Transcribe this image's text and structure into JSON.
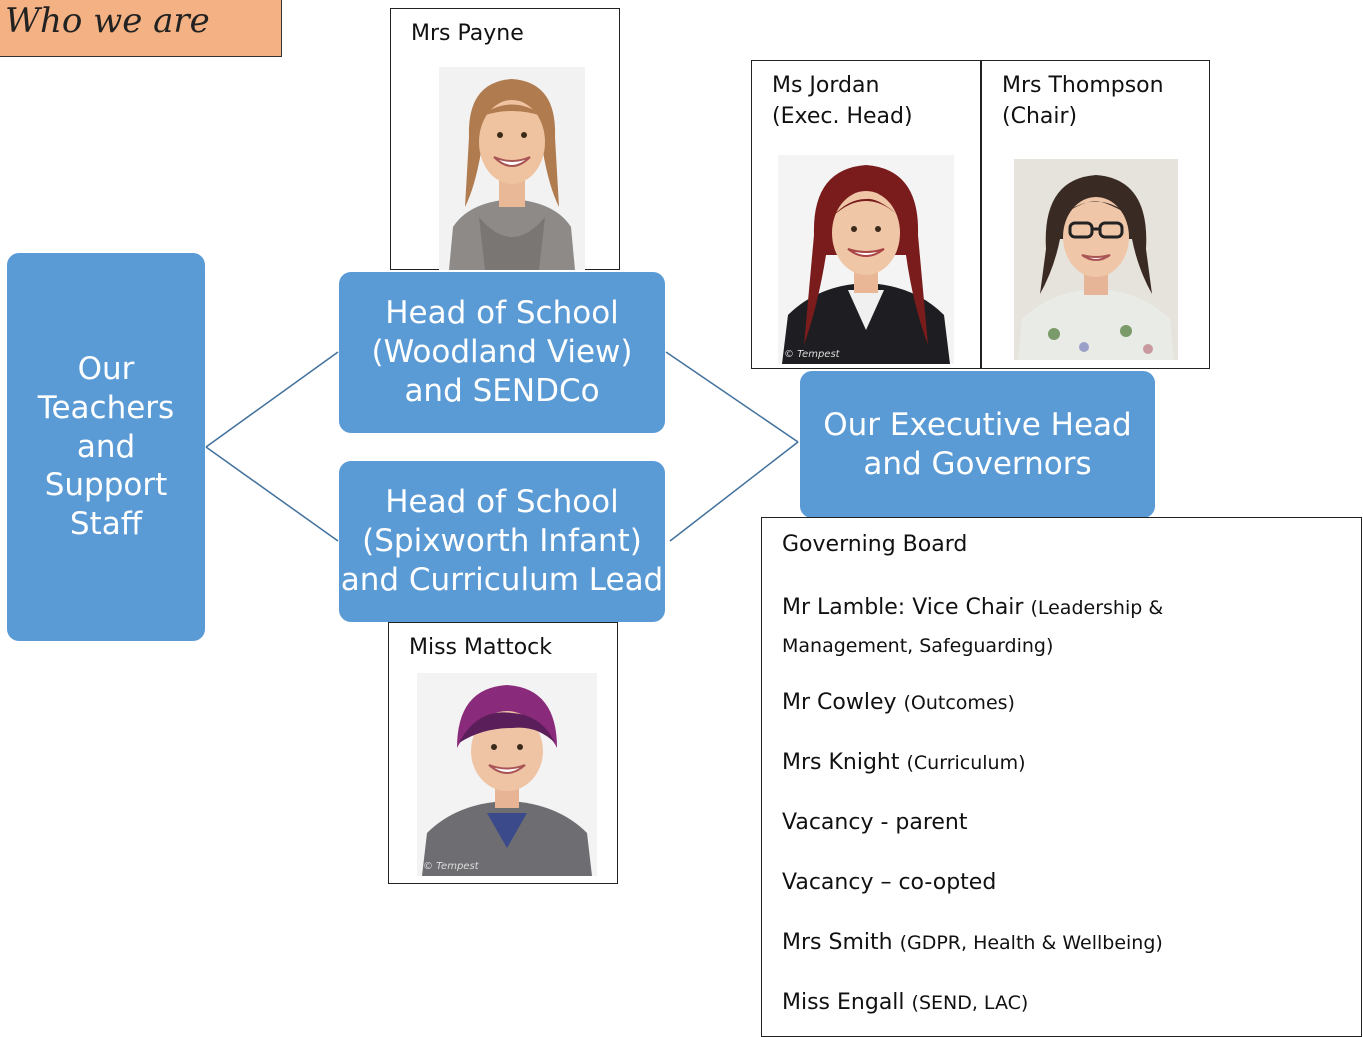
{
  "header": {
    "title": "Who we are"
  },
  "colors": {
    "node_blue": "#5b9bd5",
    "title_bg": "#f4b183",
    "connector": "#41719c"
  },
  "nodes": {
    "staff": "Our\nTeachers\nand\nSupport\nStaff",
    "head_woodland": "Head of School\n(Woodland View)\nand SENDCo",
    "head_spixworth": "Head of School\n(Spixworth Infant)\nand Curriculum Lead",
    "exec_gov": "Our Executive Head\nand Governors"
  },
  "people": {
    "payne": {
      "label": "Mrs Payne",
      "watermark": ""
    },
    "mattock": {
      "label": "Miss Mattock",
      "watermark": "© Tempest"
    },
    "jordan": {
      "label": "Ms Jordan\n(Exec. Head)",
      "watermark": "© Tempest"
    },
    "thompson": {
      "label": "Mrs Thompson\n(Chair)",
      "watermark": ""
    }
  },
  "board": {
    "heading": "Governing Board",
    "members": [
      {
        "name": "Mr Lamble: Vice Chair ",
        "detail": "(Leadership & Management, Safeguarding)"
      },
      {
        "name": "Mr Cowley ",
        "detail": "(Outcomes)"
      },
      {
        "name": "Mrs Knight ",
        "detail": "(Curriculum)"
      },
      {
        "name": "Vacancy - parent",
        "detail": ""
      },
      {
        "name": "Vacancy – co-opted",
        "detail": ""
      },
      {
        "name": "Mrs Smith ",
        "detail": "(GDPR, Health & Wellbeing)"
      },
      {
        "name": "Miss Engall ",
        "detail": "(SEND, LAC)"
      }
    ]
  }
}
